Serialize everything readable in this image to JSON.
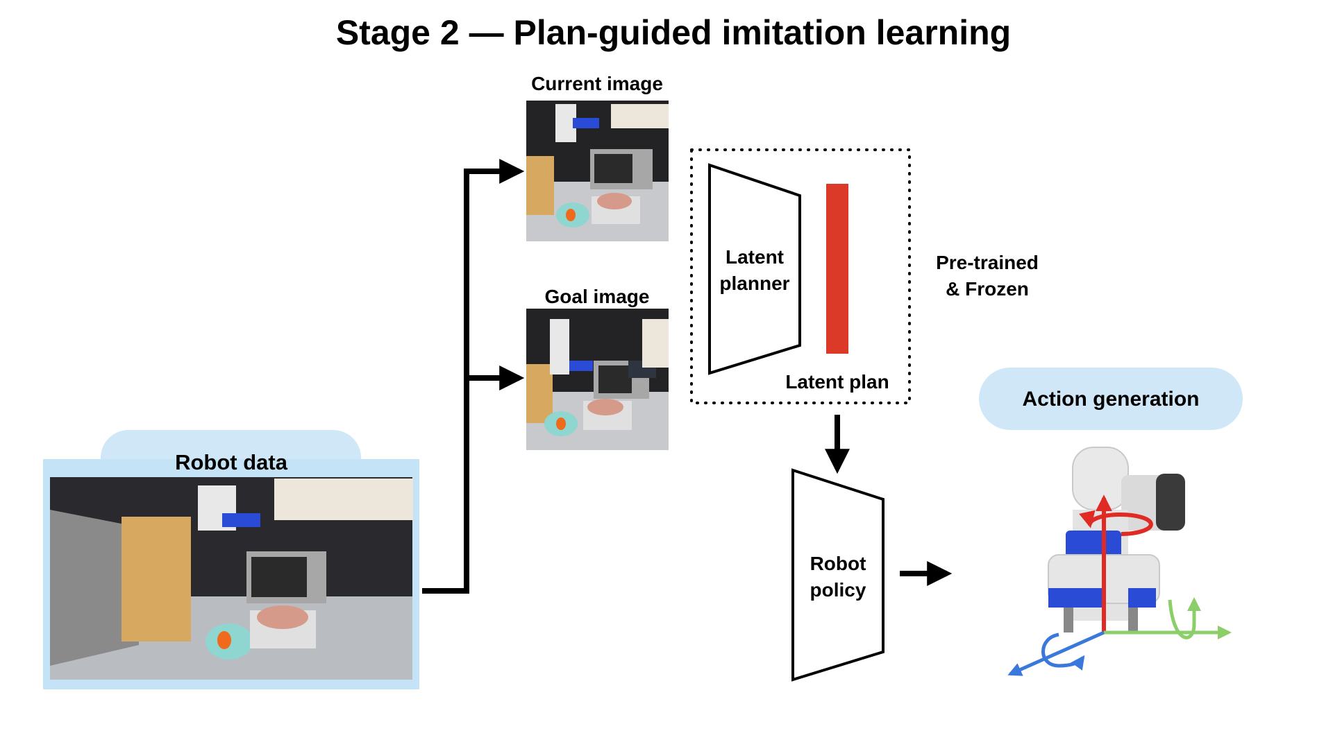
{
  "title": "Stage 2 — Plan-guided imitation learning",
  "robot_data": {
    "label": "Robot data"
  },
  "current_image": {
    "label": "Current image"
  },
  "goal_image": {
    "label": "Goal image"
  },
  "latent_planner": {
    "line1": "Latent",
    "line2": "planner"
  },
  "latent_plan": {
    "label": "Latent plan"
  },
  "pretrained": {
    "line1": "Pre-trained",
    "line2": "& Frozen"
  },
  "robot_policy": {
    "line1": "Robot",
    "line2": "policy"
  },
  "action_generation": {
    "label": "Action generation"
  },
  "colors": {
    "pill": "#cfe7f6",
    "frame": "#c5e3f6",
    "latent_bar": "#db3a28",
    "axis_red": "#e02a24",
    "axis_green": "#8ccf6a",
    "axis_blue": "#3a78dc"
  }
}
